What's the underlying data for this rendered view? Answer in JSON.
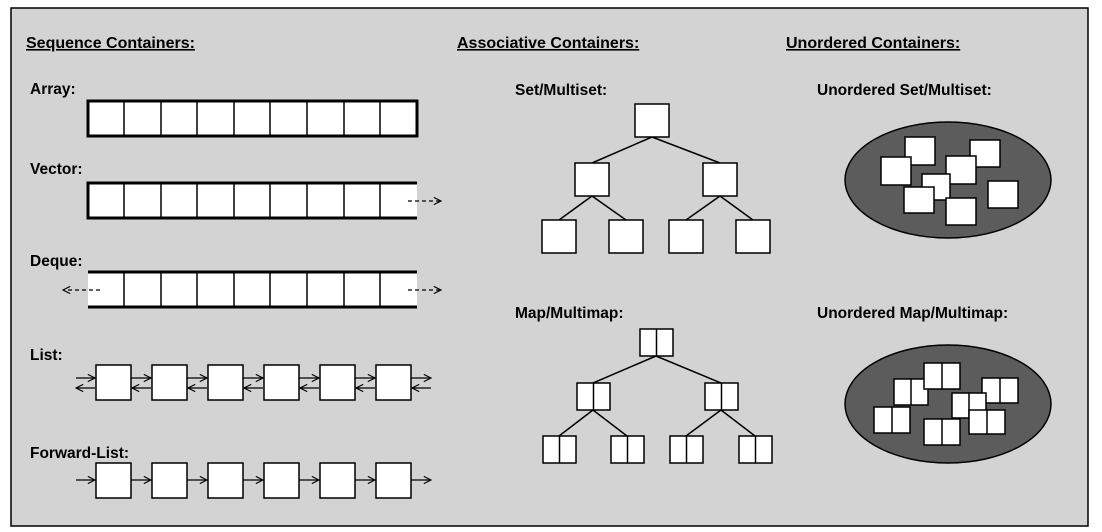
{
  "headers": {
    "sequence": "Sequence Containers:",
    "associative": "Associative Containers:",
    "unordered": "Unordered Containers:"
  },
  "sequence": {
    "array": "Array:",
    "vector": "Vector:",
    "deque": "Deque:",
    "list": "List:",
    "forward_list": "Forward-List:"
  },
  "associative": {
    "set": "Set/Multiset:",
    "map": "Map/Multimap:"
  },
  "unordered": {
    "set": "Unordered Set/Multiset:",
    "map": "Unordered Map/Multimap:"
  },
  "colors": {
    "panel": "#d3d3d3",
    "ellipse": "#5c5c5c",
    "box": "#ffffff",
    "stroke": "#000000"
  }
}
